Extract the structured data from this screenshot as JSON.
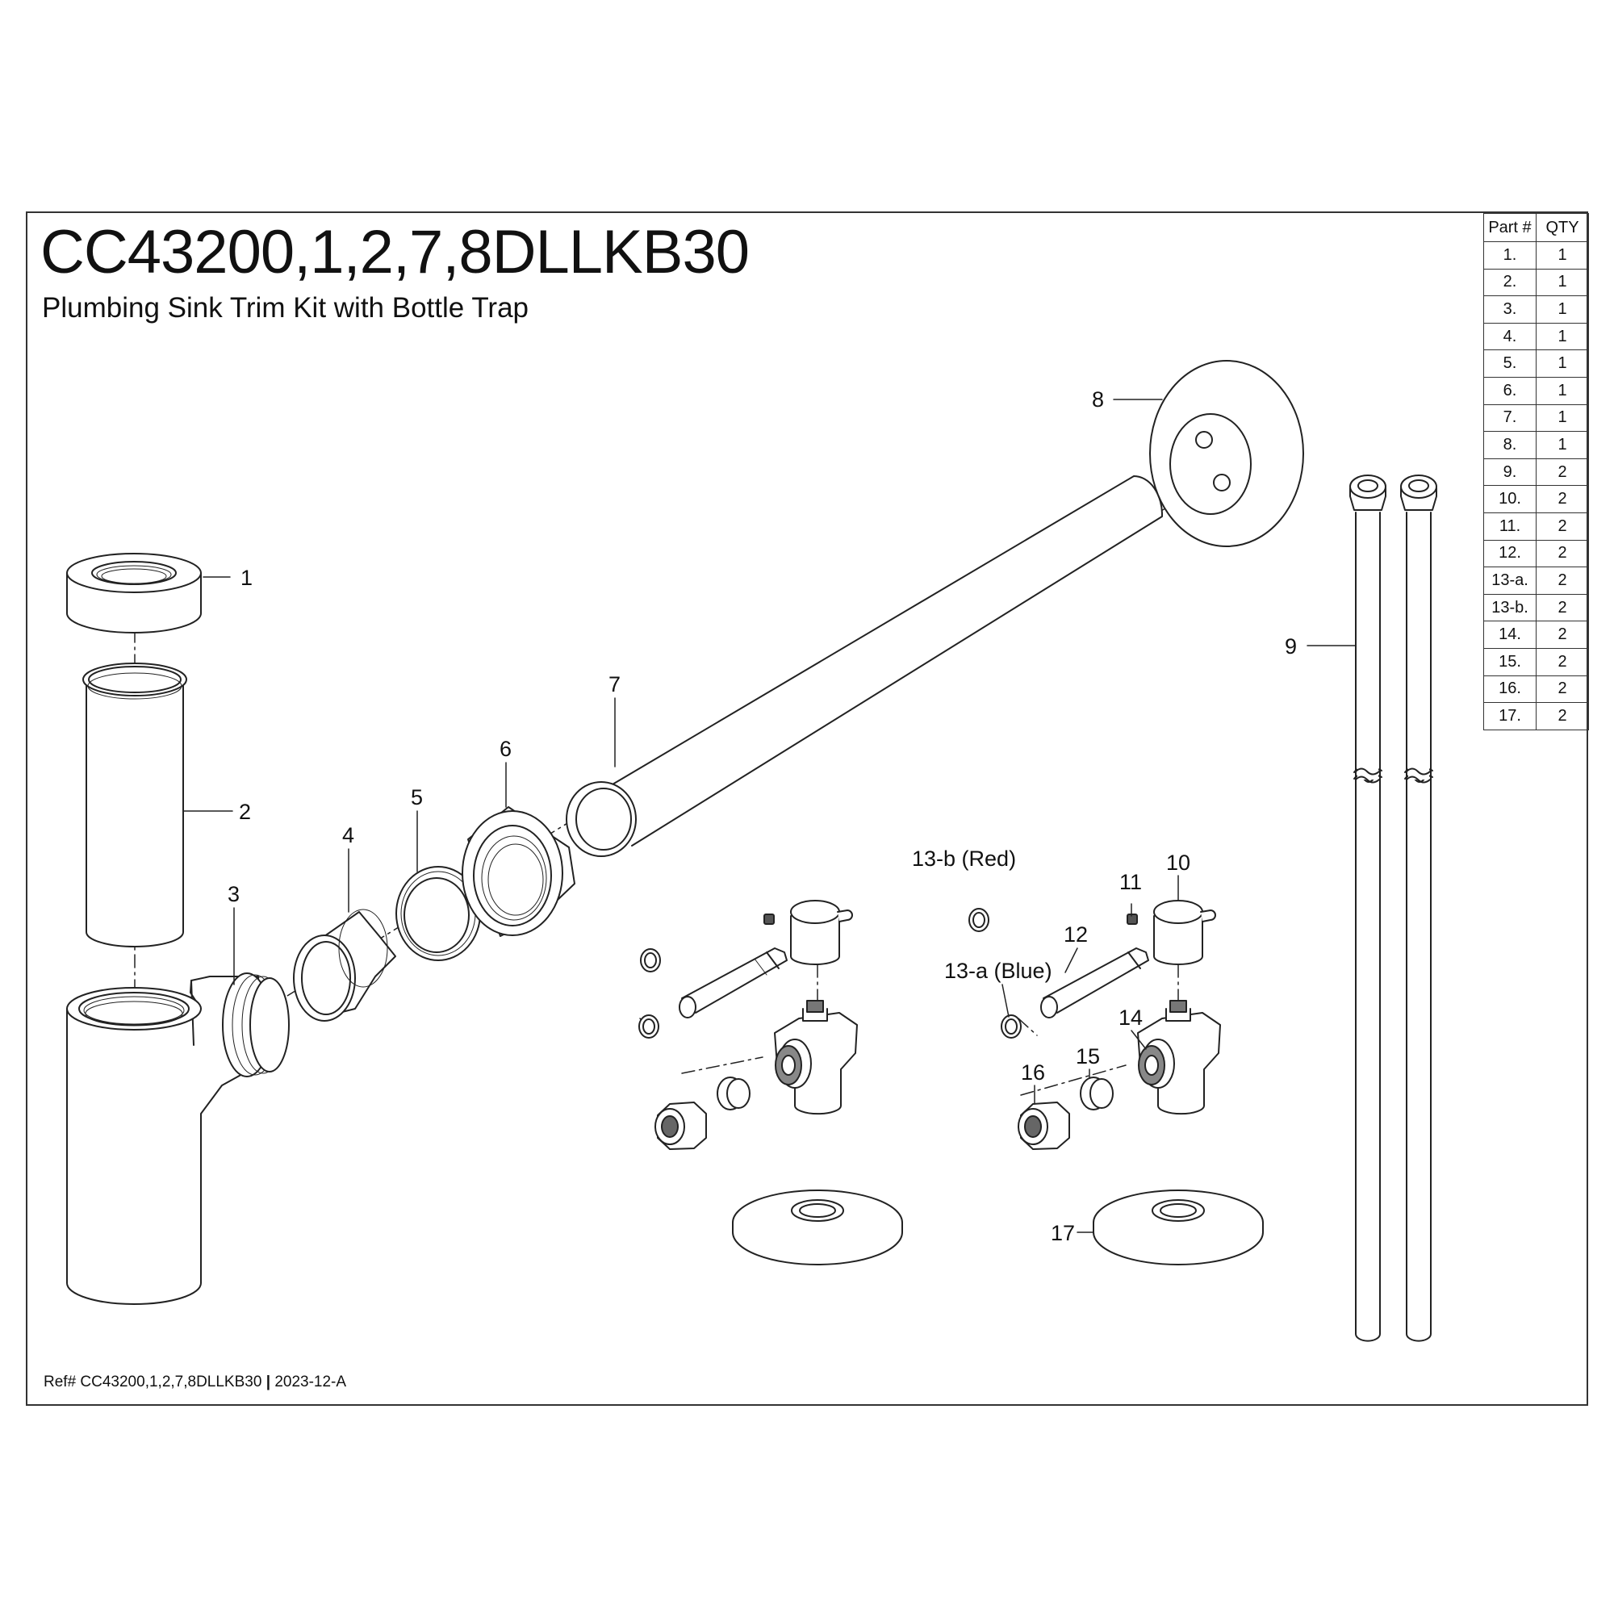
{
  "header": {
    "title": "CC43200,1,2,7,8DLLKB30",
    "subtitle": "Plumbing Sink Trim Kit with Bottle Trap"
  },
  "footer": {
    "ref_text": "Ref# CC43200,1,2,7,8DLLKB30",
    "separator": "|",
    "revision": "2023-12-A"
  },
  "parts_table": {
    "headers": [
      "Part #",
      "QTY"
    ],
    "rows": [
      {
        "part": "1.",
        "qty": "1"
      },
      {
        "part": "2.",
        "qty": "1"
      },
      {
        "part": "3.",
        "qty": "1"
      },
      {
        "part": "4.",
        "qty": "1"
      },
      {
        "part": "5.",
        "qty": "1"
      },
      {
        "part": "6.",
        "qty": "1"
      },
      {
        "part": "7.",
        "qty": "1"
      },
      {
        "part": "8.",
        "qty": "1"
      },
      {
        "part": "9.",
        "qty": "2"
      },
      {
        "part": "10.",
        "qty": "2"
      },
      {
        "part": "11.",
        "qty": "2"
      },
      {
        "part": "12.",
        "qty": "2"
      },
      {
        "part": "13-a.",
        "qty": "2"
      },
      {
        "part": "13-b.",
        "qty": "2"
      },
      {
        "part": "14.",
        "qty": "2"
      },
      {
        "part": "15.",
        "qty": "2"
      },
      {
        "part": "16.",
        "qty": "2"
      },
      {
        "part": "17.",
        "qty": "2"
      }
    ]
  },
  "callouts": {
    "c1": "1",
    "c2": "2",
    "c3": "3",
    "c4": "4",
    "c5": "5",
    "c6": "6",
    "c7": "7",
    "c8": "8",
    "c9": "9",
    "c10": "10",
    "c11": "11",
    "c12": "12",
    "c13b": "13-b (Red)",
    "c13a": "13-a (Blue)",
    "c14": "14",
    "c15": "15",
    "c16": "16",
    "c17": "17"
  }
}
